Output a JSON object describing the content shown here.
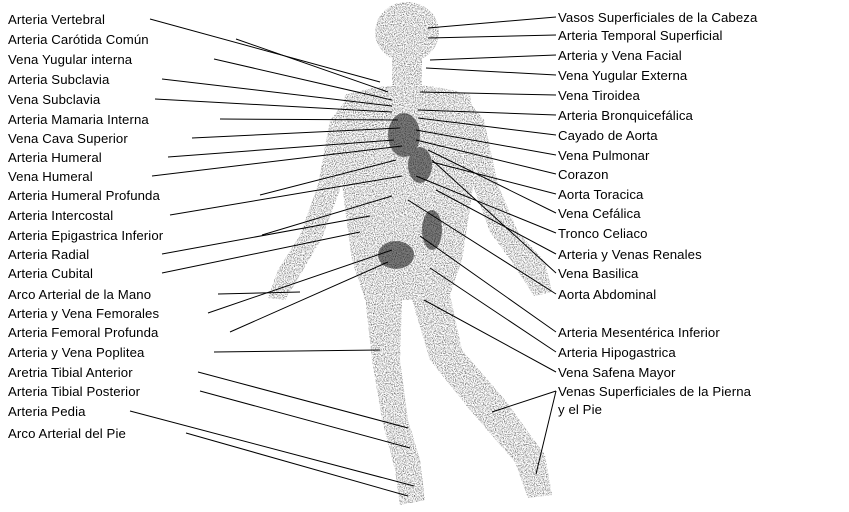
{
  "labels_left": [
    "Arteria Vertebral",
    "Arteria Carótida Común",
    "Vena Yugular interna",
    "Arteria Subclavia",
    "Vena Subclavia",
    "Arteria Mamaria Interna",
    "Vena Cava Superior",
    "Arteria Humeral",
    "Vena Humeral",
    "Arteria Humeral Profunda",
    "Arteria Intercostal",
    "Arteria Epigastrica Inferior",
    "Arteria Radial",
    "Arteria Cubital",
    "Arco Arterial de la Mano",
    "Arteria y Vena Femorales",
    "Arteria Femoral Profunda",
    "Arteria y Vena Poplitea",
    "Aretria Tibial Anterior",
    "Arteria Tibial Posterior",
    "Arteria Pedia",
    "Arco Arterial del Pie"
  ],
  "labels_right": [
    "Vasos Superficiales de la Cabeza",
    "Arteria Temporal Superficial",
    "Arteria y Vena Facial",
    "Vena Yugular Externa",
    "Vena Tiroidea",
    "Arteria Bronquicefálica",
    "Cayado de Aorta",
    "Vena Pulmonar",
    "Corazon",
    "Aorta Toracica",
    "Vena Cefálica",
    "Tronco Celiaco",
    "Arteria y Venas Renales",
    "Vena Basilica",
    "Aorta Abdominal",
    "Arteria Mesentérica Inferior",
    "Arteria Hipogastrica",
    "Vena Safena Mayor",
    "Venas Superficiales de la Pierna",
    "y el Pie"
  ],
  "colors": {
    "ink": "#000000",
    "background": "#ffffff",
    "figure": "#4a4a4a"
  }
}
